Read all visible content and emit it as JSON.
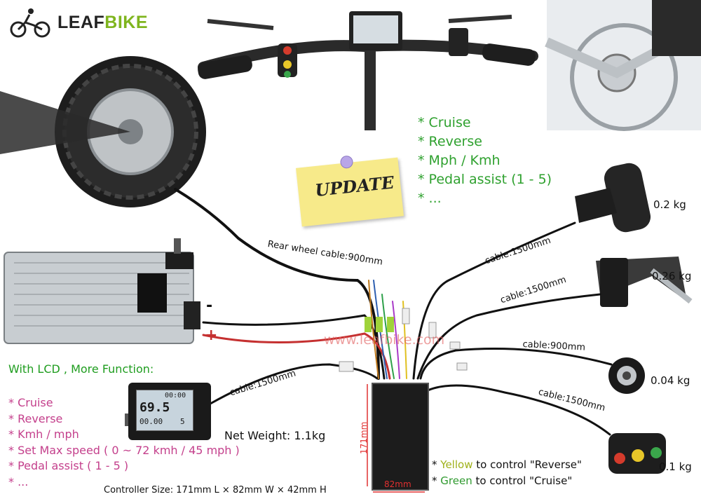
{
  "brand": {
    "name_part1": "LEAF",
    "name_part2": "BIKE",
    "logo_icon": "cyclist-icon"
  },
  "features": [
    "* Cruise",
    "* Reverse",
    "* Mph / Kmh",
    "* Pedal assist (1 - 5)",
    "* ..."
  ],
  "update_note": "UPDATE",
  "lcd_section": {
    "title": "With LCD , More Function:",
    "items": [
      "* Cruise",
      "* Reverse",
      "* Kmh / mph",
      "* Set Max speed ( 0 ~ 72 kmh / 45 mph )",
      "* Pedal assist ( 1 - 5 )",
      "* ..."
    ]
  },
  "lcd_display": {
    "top_value": "00:00",
    "speed": "69.5",
    "lower_value": "00.00",
    "level": "5"
  },
  "cables": {
    "rear_wheel": "Rear wheel cable:900mm",
    "throttle": "cable:1500mm",
    "brake": "cable:1500mm",
    "pas": "cable:900mm",
    "switch": "cable:1500mm",
    "lcd": "cable:1500mm"
  },
  "weights": {
    "throttle": "0.2 kg",
    "brake": "0.26 kg",
    "pas": "0.04 kg",
    "switch": "0.1 kg"
  },
  "battery": {
    "minus": "-",
    "plus": "+"
  },
  "net_weight": "Net Weight: 1.1kg",
  "watermark": "www.leafbike.com",
  "controller": {
    "height_label": "171mm",
    "width_label": "82mm",
    "size": "Controller Size: 171mm L × 82mm W × 42mm H"
  },
  "notes": {
    "star1": "*",
    "yellow": "Yellow",
    "yellow_rest": "to control \"Reverse\"",
    "star2": "*",
    "green": "Green",
    "green_rest": "to control \"Cruise\""
  },
  "colors": {
    "brand_green": "#7fb51e",
    "feature_green": "#2fa12f",
    "lcd_pink": "#c4408c",
    "watermark": "#e25f5f"
  }
}
